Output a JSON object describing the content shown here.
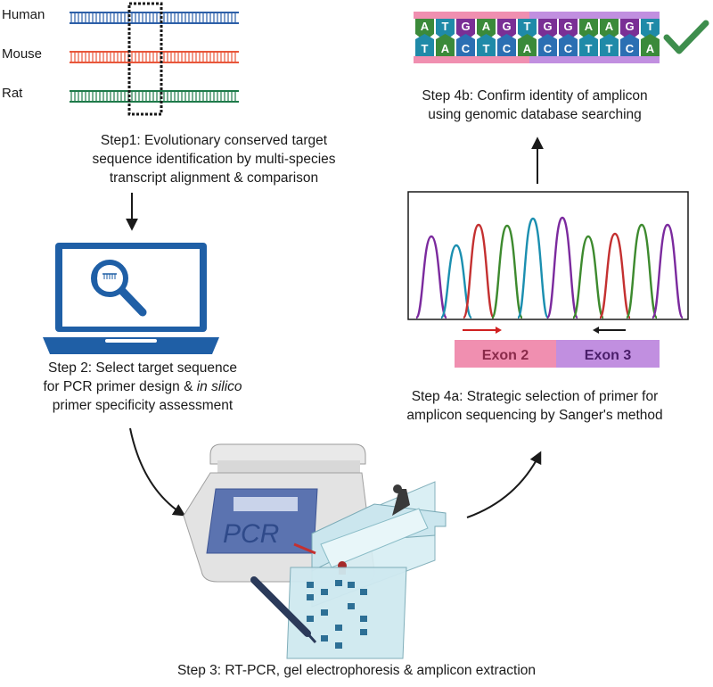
{
  "species": {
    "human": "Human",
    "mouse": "Mouse",
    "rat": "Rat"
  },
  "steps": {
    "step1": [
      "Step1: Evolutionary conserved target",
      "sequence identification by multi-species",
      "transcript alignment & comparison"
    ],
    "step2": {
      "line1": "Step 2: Select target sequence",
      "line2_a": "for PCR primer design & ",
      "line2_italic": "in silico",
      "line3": "primer specificity assessment"
    },
    "step3": "Step 3: RT-PCR, gel electrophoresis & amplicon extraction",
    "step4a": [
      "Step 4a: Strategic selection of primer for",
      "amplicon sequencing by Sanger's method"
    ],
    "step4b": [
      "Step 4b: Confirm identity of amplicon",
      "using genomic database searching"
    ]
  },
  "exons": {
    "left": "Exon 2",
    "right": "Exon 3"
  },
  "pcr_label": "PCR",
  "sequence": {
    "top": [
      "A",
      "T",
      "G",
      "A",
      "G",
      "T",
      "G",
      "G",
      "A",
      "A",
      "G",
      "T"
    ],
    "bottom": [
      "T",
      "A",
      "C",
      "T",
      "C",
      "A",
      "C",
      "C",
      "T",
      "T",
      "C",
      "A"
    ]
  },
  "colors": {
    "human": "#2c5fa8",
    "mouse": "#e8573b",
    "rat": "#1e7a4a",
    "peak_purple": "#7b2a9e",
    "peak_teal": "#1b8fb0",
    "peak_red": "#c43030",
    "peak_green": "#3d8a2e",
    "exon2": "#f08fb0",
    "exon3": "#c18fe0",
    "check": "#3e8e4d"
  },
  "icons": [
    "check-icon",
    "magnifier-icon",
    "laptop-icon",
    "pcr-machine-icon",
    "gel-tank-icon"
  ]
}
